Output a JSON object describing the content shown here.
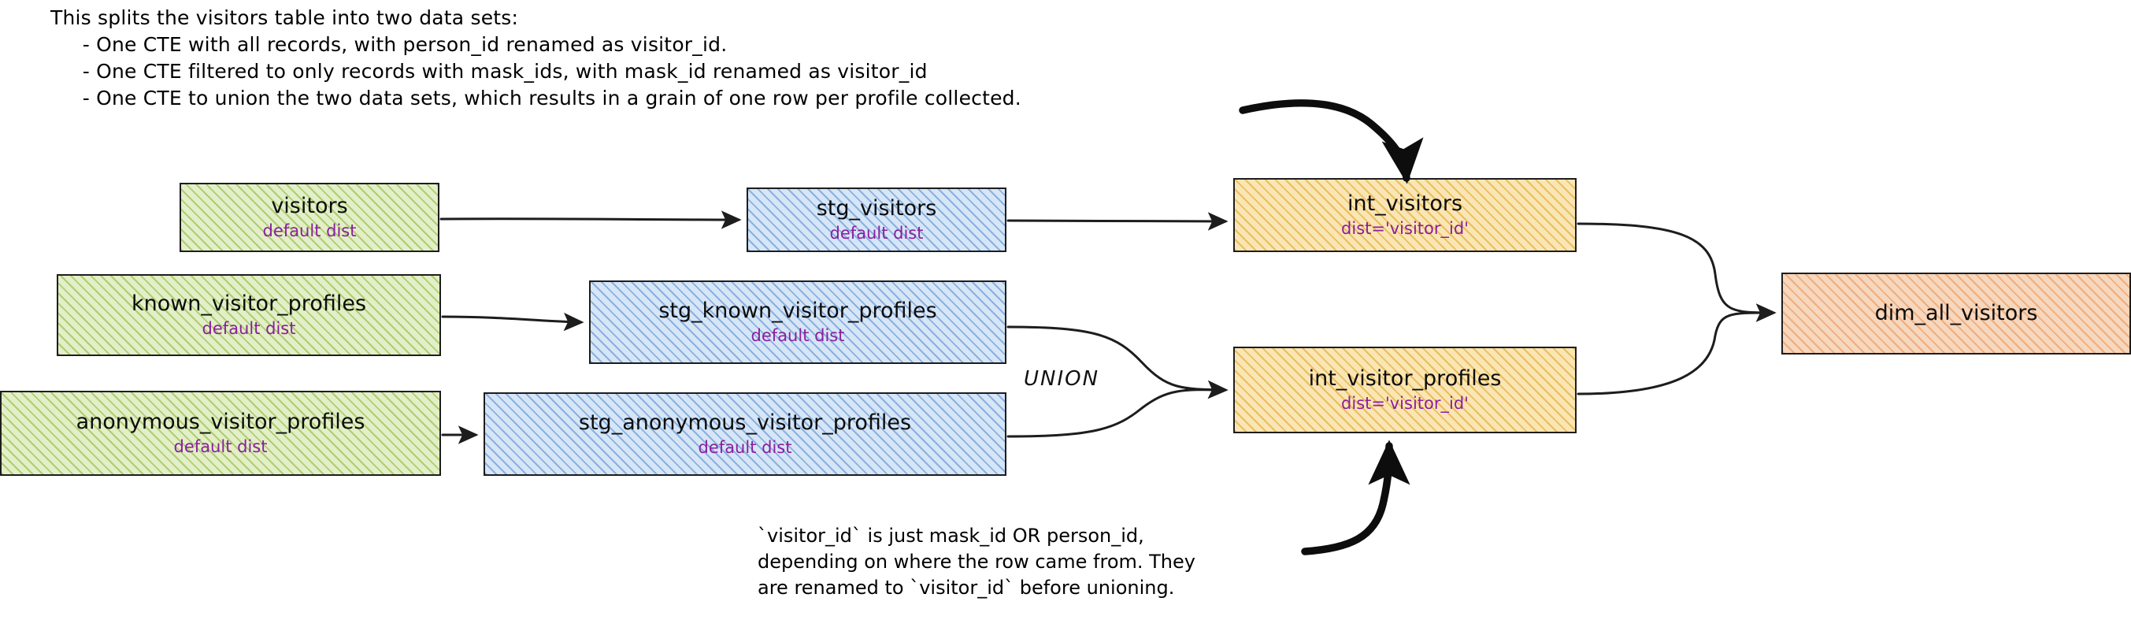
{
  "annotations": {
    "top_note": "This splits the visitors table into two data sets:\n     - One CTE with all records, with person_id renamed as visitor_id.\n     - One CTE filtered to only records with mask_ids, with mask_id renamed as visitor_id\n     - One CTE to union the two data sets, which results in a grain of one row per profile collected.",
    "bottom_note": "`visitor_id` is just mask_id OR person_id,\ndepending on where the row came from. They\nare renamed to `visitor_id` before unioning.",
    "union_label": "UNION"
  },
  "colors": {
    "source_fill": "#e3efc8",
    "source_hatch": "#8cba3c",
    "staging_fill": "#d7e6f7",
    "staging_hatch": "#4886cd",
    "intermediate_fill": "#fae6b4",
    "intermediate_hatch": "#e0a424",
    "mart_fill": "#f7d7bd",
    "mart_hatch": "#e68c48",
    "subtitle_text": "#8b1f9e",
    "title_text": "#0c0c0c",
    "edge_stroke": "#1d1d1d"
  },
  "nodes": {
    "visitors": {
      "title": "visitors",
      "subtitle": "default dist",
      "layer": "source"
    },
    "known": {
      "title": "known_visitor_profiles",
      "subtitle": "default dist",
      "layer": "source"
    },
    "anonymous": {
      "title": "anonymous_visitor_profiles",
      "subtitle": "default dist",
      "layer": "source"
    },
    "stg_visitors": {
      "title": "stg_visitors",
      "subtitle": "default dist",
      "layer": "staging"
    },
    "stg_known": {
      "title": "stg_known_visitor_profiles",
      "subtitle": "default dist",
      "layer": "staging"
    },
    "stg_anonymous": {
      "title": "stg_anonymous_visitor_profiles",
      "subtitle": "default dist",
      "layer": "staging"
    },
    "int_visitors": {
      "title": "int_visitors",
      "subtitle": "dist='visitor_id'",
      "layer": "intermediate"
    },
    "int_profiles": {
      "title": "int_visitor_profiles",
      "subtitle": "dist='visitor_id'",
      "layer": "intermediate"
    },
    "dim_all_visitors": {
      "title": "dim_all_visitors",
      "subtitle": "",
      "layer": "mart"
    }
  },
  "edges": [
    {
      "from": "visitors",
      "to": "stg_visitors",
      "label": ""
    },
    {
      "from": "known",
      "to": "stg_known",
      "label": ""
    },
    {
      "from": "anonymous",
      "to": "stg_anonymous",
      "label": ""
    },
    {
      "from": "stg_visitors",
      "to": "int_visitors",
      "label": ""
    },
    {
      "from": "stg_known",
      "to": "int_profiles",
      "label": "UNION"
    },
    {
      "from": "stg_anonymous",
      "to": "int_profiles",
      "label": "UNION"
    },
    {
      "from": "int_visitors",
      "to": "dim_all_visitors",
      "label": ""
    },
    {
      "from": "int_profiles",
      "to": "dim_all_visitors",
      "label": ""
    },
    {
      "from": "top_note",
      "to": "int_visitors",
      "label": ""
    },
    {
      "from": "bottom_note",
      "to": "int_profiles",
      "label": ""
    }
  ]
}
